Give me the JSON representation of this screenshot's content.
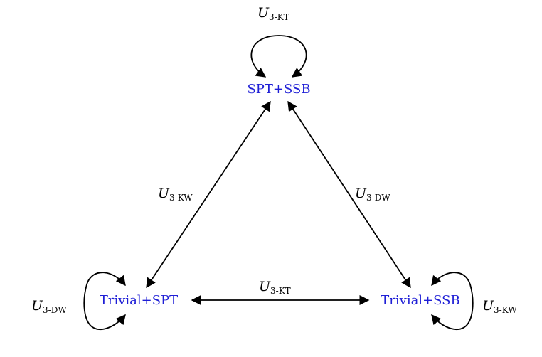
{
  "diagram": {
    "colors": {
      "node_text": "#1f1fd6",
      "edge": "#000000",
      "label": "#000000"
    },
    "nodes": {
      "top": {
        "label": "SPT+SSB"
      },
      "bottom_left": {
        "label": "Trivial+SPT"
      },
      "bottom_right": {
        "label": "Trivial+SSB"
      }
    },
    "edges": {
      "loop_top": {
        "symbol": "U",
        "subscript": "3-KT"
      },
      "loop_bottom_left": {
        "symbol": "U",
        "subscript": "3-DW"
      },
      "loop_bottom_right": {
        "symbol": "U",
        "subscript": "3-KW"
      },
      "top_to_bottom_left": {
        "symbol": "U",
        "subscript": "3-KW"
      },
      "top_to_bottom_right": {
        "symbol": "U",
        "subscript": "3-DW"
      },
      "bottom_left_to_bottom_right": {
        "symbol": "U",
        "subscript": "3-KT"
      }
    }
  }
}
